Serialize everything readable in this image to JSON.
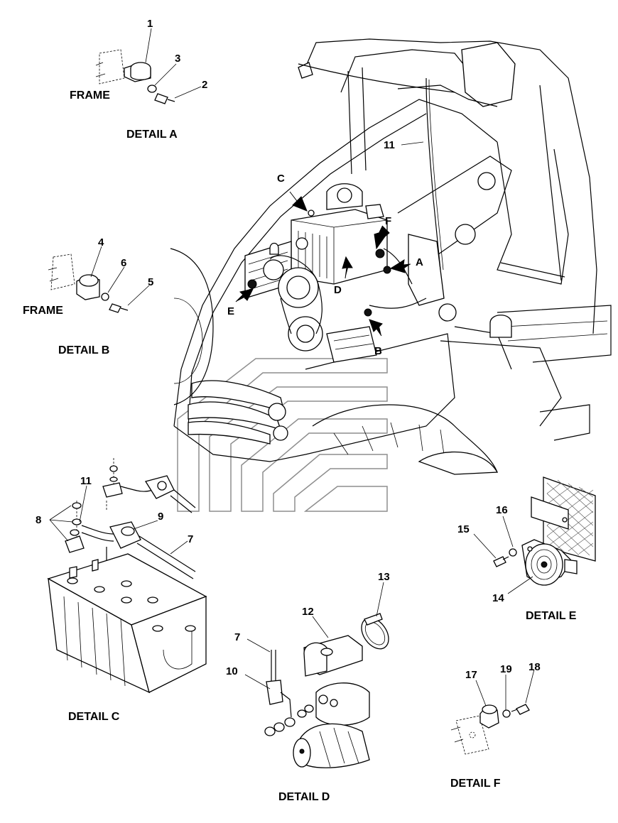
{
  "details": {
    "a": {
      "caption": "DETAIL A",
      "frame": "FRAME",
      "parts": [
        "1",
        "3",
        "2"
      ]
    },
    "b": {
      "caption": "DETAIL B",
      "frame": "FRAME",
      "parts": [
        "4",
        "6",
        "5"
      ]
    },
    "c": {
      "caption": "DETAIL C",
      "parts": [
        "11",
        "9",
        "8",
        "7"
      ]
    },
    "d": {
      "caption": "DETAIL D",
      "parts": [
        "12",
        "13",
        "7",
        "10"
      ]
    },
    "e": {
      "caption": "DETAIL E",
      "parts": [
        "16",
        "15",
        "14"
      ]
    },
    "f": {
      "caption": "DETAIL F",
      "parts": [
        "17",
        "19",
        "18"
      ]
    }
  },
  "main": {
    "callouts": [
      "C",
      "F",
      "A",
      "D",
      "E",
      "B"
    ],
    "part_11": "11"
  }
}
